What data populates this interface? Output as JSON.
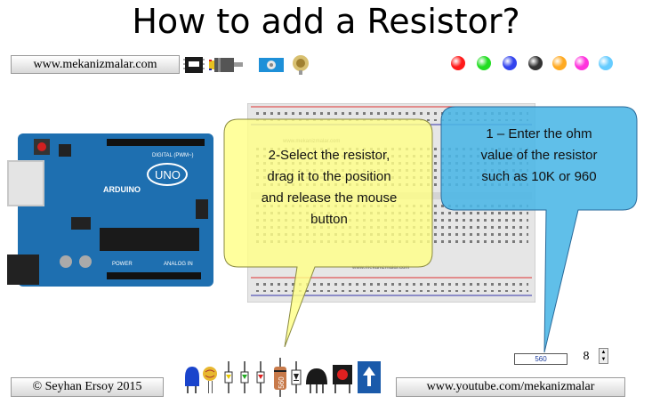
{
  "title": "How to add a Resistor?",
  "links": {
    "site": "www.mekanizmalar.com",
    "author": "© Seyhan Ersoy 2015",
    "youtube": "www.youtube.com/mekanizmalar"
  },
  "palette": [
    "#ff1a1a",
    "#22dd22",
    "#3344ee",
    "#333333",
    "#ffaa22",
    "#ff33dd",
    "#66ccff"
  ],
  "board": {
    "brand": "ARDUINO",
    "model": "UNO",
    "digital_label": "DIGITAL (PWM~)",
    "power_label": "POWER",
    "analog_label": "ANALOG IN"
  },
  "breadboard": {
    "watermark": "www.mekanizmalar.com"
  },
  "callouts": {
    "yellow": [
      "2-Select the resistor,",
      "drag it to the position",
      "and release the mouse",
      "button"
    ],
    "blue": [
      "1 – Enter the ohm",
      "value of the resistor",
      "such as 10K or 960"
    ]
  },
  "controls": {
    "ohm_value": "560",
    "size_value": "8"
  },
  "toolbar_icons": [
    "chip-icon",
    "motor-icon",
    "sensor-icon",
    "potentiometer-icon"
  ],
  "components": [
    "led-blue-icon",
    "photoresistor-icon",
    "diode-yellow-icon",
    "diode-green-icon",
    "diode-red-icon",
    "resistor-icon",
    "diode-icon",
    "transistor-icon",
    "button-red-icon",
    "switch-icon",
    "potentiometer-blue-icon"
  ],
  "resistor_label": "560"
}
